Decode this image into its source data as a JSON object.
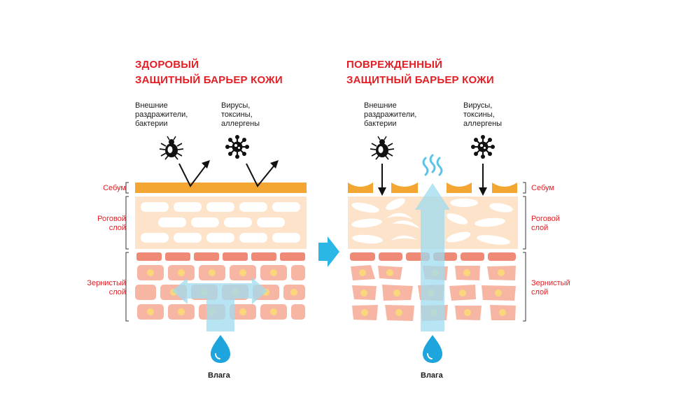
{
  "healthy": {
    "title_line1": "ЗДОРОВЫЙ",
    "title_line2": "ЗАЩИТНЫЙ БАРЬЕР КОЖИ",
    "irritants": [
      "Внешние",
      "раздражители,",
      "бактерии"
    ],
    "viruses": [
      "Вирусы,",
      "токсины,",
      "аллергены"
    ],
    "moisture": "Влага"
  },
  "damaged": {
    "title_line1": "ПОВРЕЖДЕННЫЙ",
    "title_line2": "ЗАЩИТНЫЙ БАРЬЕР КОЖИ",
    "irritants": [
      "Внешние",
      "раздражители,",
      "бактерии"
    ],
    "viruses": [
      "Вирусы,",
      "токсины,",
      "аллергены"
    ],
    "moisture": "Влага"
  },
  "layers_left": {
    "sebum": "Себум",
    "horny": [
      "Роговой",
      "слой"
    ],
    "granular": [
      "Зернистый",
      "слой"
    ]
  },
  "layers_right": {
    "sebum": "Себум",
    "horny": [
      "Роговой",
      "слой"
    ],
    "granular": [
      "Зернистый",
      "слой"
    ]
  },
  "colors": {
    "accent_red": "#e31e24",
    "sebum": "#f3a632",
    "horny_bg": "#fde3c9",
    "cell": "#f6b1a0",
    "cell_dark": "#ee8a76",
    "nucleus": "#fbd77c",
    "moisture_arrow": "#9fdcf0",
    "drop": "#1ea5dd",
    "transition_arrow": "#2ab7e6"
  },
  "icons": {
    "tick": "tick-icon",
    "virus": "virus-icon",
    "drop": "water-drop-icon",
    "evaporation": "evaporation-waves-icon"
  }
}
